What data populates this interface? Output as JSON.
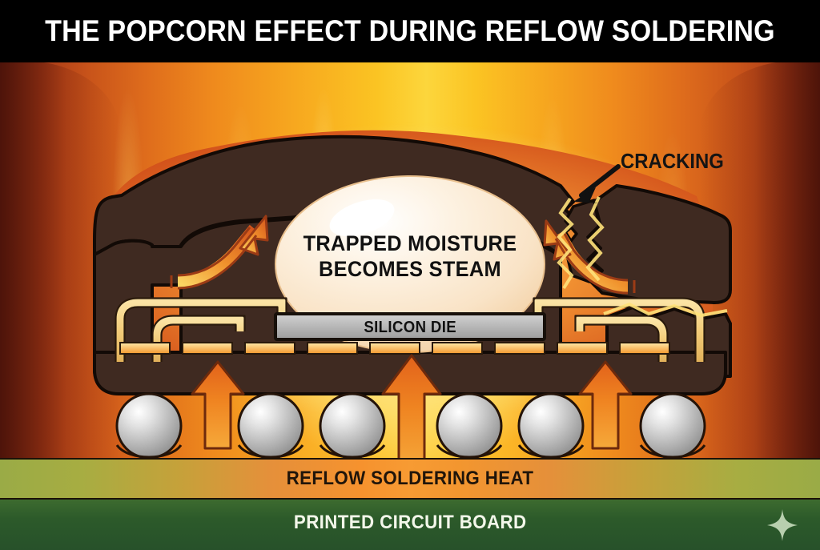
{
  "title": {
    "text": "THE POPCORN EFFECT DURING REFLOW SOLDERING",
    "background_color": "#000000",
    "text_color": "#ffffff"
  },
  "diagram": {
    "type": "cross-section illustration",
    "subject": "IC package delamination (popcorn effect) during reflow soldering",
    "labels": {
      "steam_line1": "TRAPPED MOISTURE",
      "steam_line2": "BECOMES STEAM",
      "cracking": "CRACKING",
      "silicon_die": "SILICON DIE",
      "reflow_heat": "REFLOW SOLDERING HEAT",
      "pcb": "PRINTED CIRCUIT BOARD"
    },
    "colors": {
      "package_body": "#3f2a21",
      "package_outline": "#120a06",
      "steam_bubble": "#fbead0",
      "steam_highlight": "#ffffff",
      "die_fill": "#b6b6b6",
      "solder_ball": "#c9c9c9",
      "lead_frame": "#f3cf7e",
      "cavity_hot": "#d2551f",
      "heat_arrow": "#ef7f22",
      "flame_yellow": "#fcd63c",
      "flame_orange": "#ef8a1d",
      "flame_deep_red": "#8d2f16",
      "heat_band_green": "#9aab46",
      "heat_band_orange": "#f6922e",
      "pcb_green": "#2c5a2a",
      "pcb_text": "#f3f7ea",
      "title_black": "#000000"
    },
    "elements": {
      "solder_ball_count": 6,
      "heat_arrow_count": 3,
      "steam_arrow_count": 2,
      "crack_side": "right",
      "cracking_pointer": "arrow pointing down-left to crack"
    }
  }
}
